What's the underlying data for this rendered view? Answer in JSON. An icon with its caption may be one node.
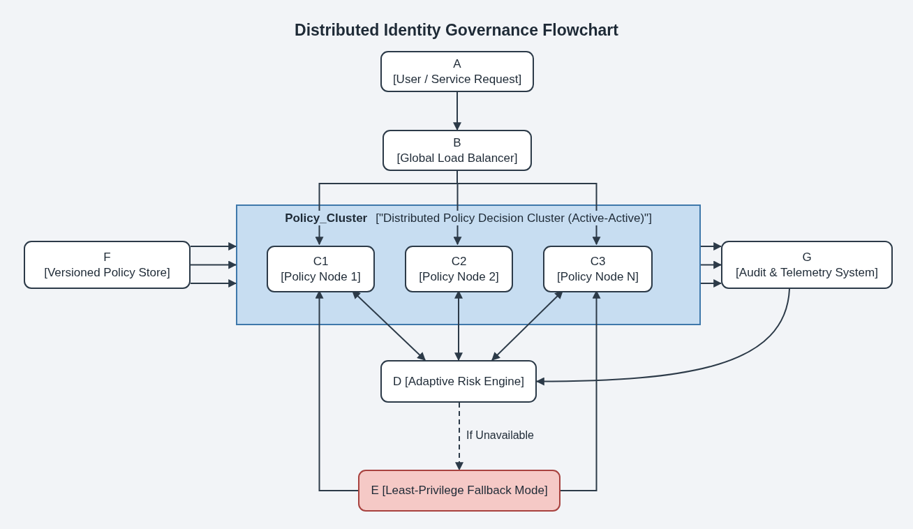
{
  "diagram": {
    "title": "Distributed Identity Governance Flowchart",
    "nodes": [
      {
        "text": [
          "A",
          "[User / Service Request]"
        ]
      },
      {
        "text": [
          "B",
          "[Global Load Balancer]"
        ]
      },
      {
        "text": [
          "Policy_Cluster",
          "[\"Distributed Policy Decision Cluster (Active-Active)\"]"
        ]
      },
      {
        "text": [
          "C1",
          "[Policy Node 1]"
        ],
        "in": 2
      },
      {
        "text": [
          "C2",
          "[Policy Node 2]"
        ],
        "in": 2
      },
      {
        "text": [
          "C3",
          "[Policy Node N]"
        ],
        "in": 2
      },
      {
        "text": [
          "F",
          "[Versioned Policy Store]"
        ]
      },
      {
        "text": [
          "G",
          "[Audit & Telemetry System]"
        ]
      },
      {
        "text": [
          "D [Adaptive Risk Engine]"
        ]
      },
      {
        "text": [
          "E [Least-Privilege Fallback Mode]"
        ]
      }
    ],
    "edges": [
      {
        "from": 0,
        "to": 1,
        "arrow": "to"
      },
      {
        "from": 1,
        "to": 3,
        "arrow": "to"
      },
      {
        "from": 1,
        "to": 4,
        "arrow": "to"
      },
      {
        "from": 1,
        "to": 5,
        "arrow": "to"
      },
      {
        "from": 6,
        "to": 2,
        "arrow": "to"
      },
      {
        "from": 6,
        "to": 2,
        "arrow": "to"
      },
      {
        "from": 6,
        "to": 2,
        "arrow": "to"
      },
      {
        "from": 2,
        "to": 7,
        "arrow": "to"
      },
      {
        "from": 2,
        "to": 7,
        "arrow": "to"
      },
      {
        "from": 2,
        "to": 7,
        "arrow": "to"
      },
      {
        "from": 3,
        "to": 8,
        "arrow": "both"
      },
      {
        "from": 4,
        "to": 8,
        "arrow": "both"
      },
      {
        "from": 5,
        "to": 8,
        "arrow": "both"
      },
      {
        "from": 7,
        "to": 8,
        "arrow": "to"
      },
      {
        "from": 8,
        "to": 9,
        "arrow": "to",
        "label": "If Unavailable",
        "style": "dashed"
      },
      {
        "from": 9,
        "to": 3,
        "arrow": "to"
      },
      {
        "from": 9,
        "to": 5,
        "arrow": "to"
      }
    ]
  }
}
